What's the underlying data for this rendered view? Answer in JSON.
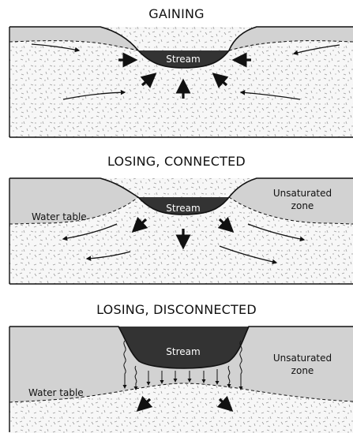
{
  "panels": [
    {
      "title": "GAINING",
      "stream_label": "Stream"
    },
    {
      "title": "LOSING, CONNECTED",
      "stream_label": "Stream",
      "water_table_label": "Water table",
      "unsaturated_label_line1": "Unsaturated",
      "unsaturated_label_line2": "zone"
    },
    {
      "title": "LOSING, DISCONNECTED",
      "stream_label": "Stream",
      "water_table_label": "Water table",
      "unsaturated_label_line1": "Unsaturated",
      "unsaturated_label_line2": "zone"
    }
  ],
  "colors": {
    "stream": "#333333",
    "unsaturated": "#d2d2d2",
    "saturated": "#f7f7f7",
    "outline": "#111111"
  }
}
